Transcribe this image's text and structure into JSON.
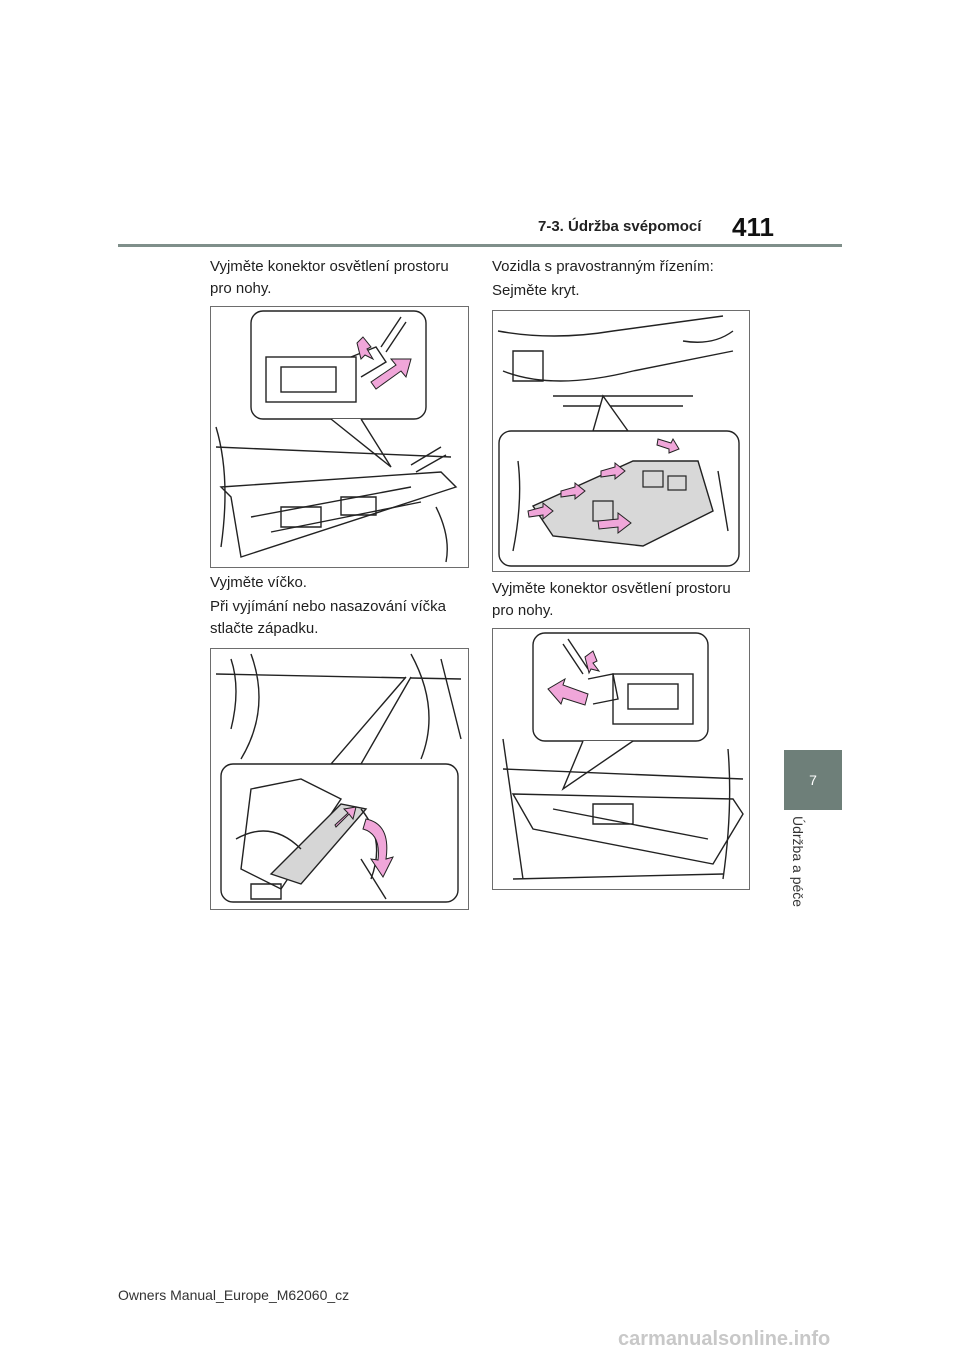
{
  "header": {
    "section": "7-3. Údržba svépomocí",
    "page_number": "411"
  },
  "chapter": {
    "number": "7",
    "label": "Údržba a péče"
  },
  "left_column": {
    "step1_text": "Vyjměte konektor osvětlení prostoru pro nohy.",
    "step2_text": "Vyjměte víčko.",
    "step2_note": "Při vyjímání nebo nasazování víčka stlačte západku."
  },
  "right_column": {
    "rhd_heading": "Vozidla s pravostranným řízením:",
    "step1_text": "Sejměte kryt.",
    "step2_text": "Vyjměte konektor osvětlení prostoru pro nohy."
  },
  "footer": {
    "manual_id": "Owners Manual_Europe_M62060_cz"
  },
  "watermark": "carmanualsonline.info",
  "colors": {
    "accent_arrow": "#f0a6d9",
    "chapter_tab": "#6e7f79",
    "rule": "#7f8f8a"
  }
}
